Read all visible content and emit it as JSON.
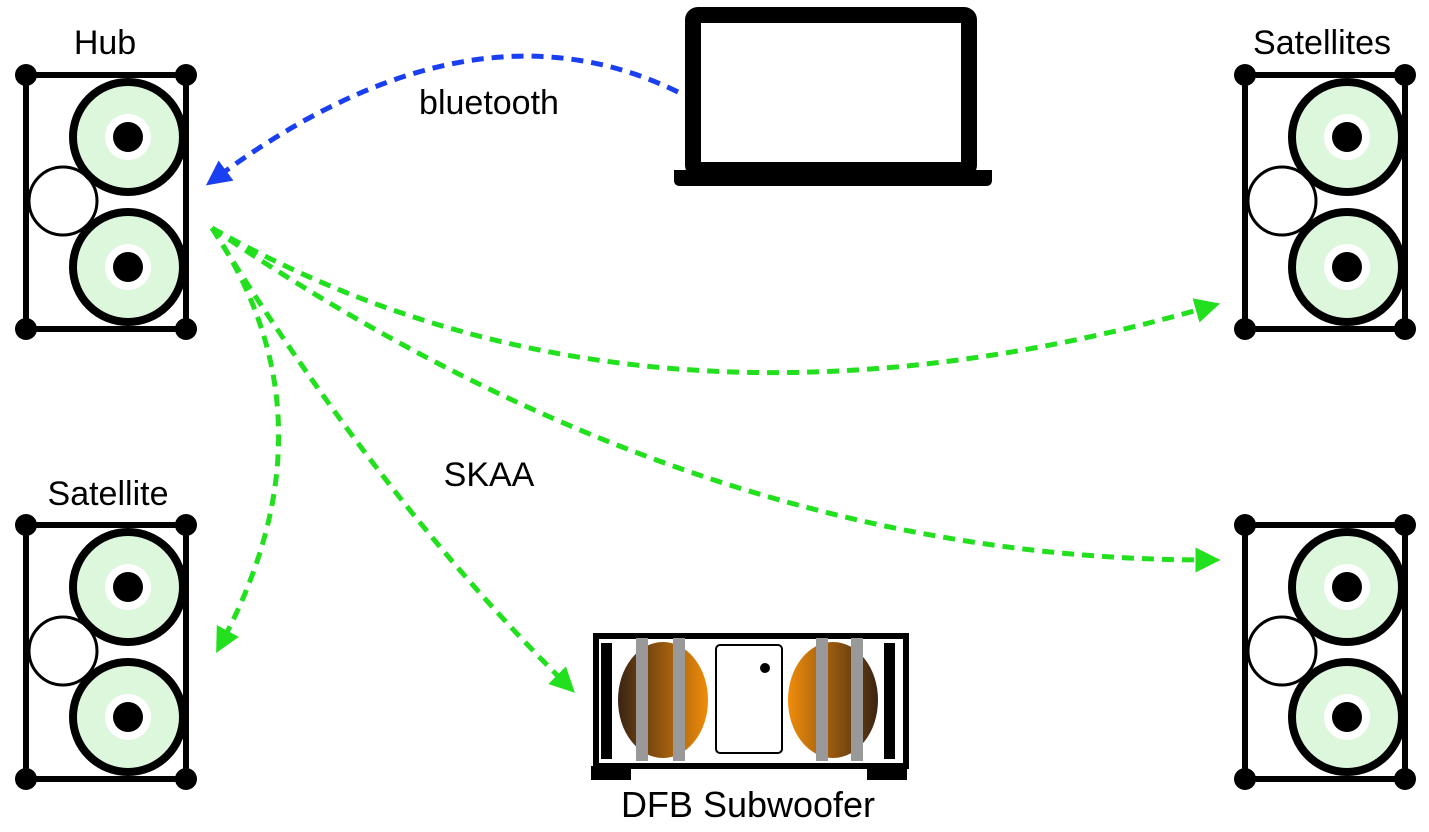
{
  "labels": {
    "hub": "Hub",
    "satellites": "Satellites",
    "satellite": "Satellite",
    "bluetooth": "bluetooth",
    "skaa": "SKAA",
    "subwoofer": "DFB Subwoofer"
  },
  "colors": {
    "bluetooth_link": "#1a3ff0",
    "skaa_link": "#22e01e",
    "woofer_cone": "#dcf7dc",
    "sub_cone_dark": "#3a2414",
    "sub_cone_orange": "#f08c0a",
    "sub_bars": "#999999",
    "outline": "#000000"
  },
  "icons": {
    "speaker": "speaker-icon",
    "laptop": "laptop-icon",
    "subwoofer": "subwoofer-icon"
  }
}
